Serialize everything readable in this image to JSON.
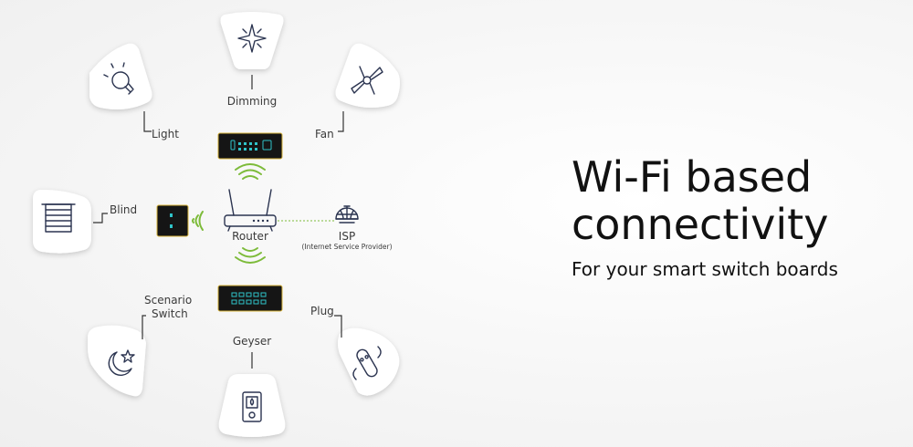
{
  "hero": {
    "title_line1": "Wi-Fi based",
    "title_line2": "connectivity",
    "subtitle": "For your smart switch boards"
  },
  "devices": {
    "dimming": "Dimming",
    "light": "Light",
    "fan": "Fan",
    "blind": "Blind",
    "scenario_line1": "Scenario",
    "scenario_line2": "Switch",
    "geyser": "Geyser",
    "plug": "Plug"
  },
  "center": {
    "router": "Router",
    "isp": "ISP",
    "isp_full": "(Internet Service Provider)"
  },
  "colors": {
    "wifi": "#7dbb3a",
    "panel": "#151515",
    "panel_border": "#d8b43a",
    "panel_led": "#2fc3c9",
    "icon": "#2b3450"
  },
  "icons": [
    "dimming-sparkle-icon",
    "light-bulb-icon",
    "fan-icon",
    "blind-icon",
    "scenario-moon-star-icon",
    "geyser-icon",
    "plug-icon",
    "router-icon",
    "globe-icon",
    "wifi-icon"
  ]
}
